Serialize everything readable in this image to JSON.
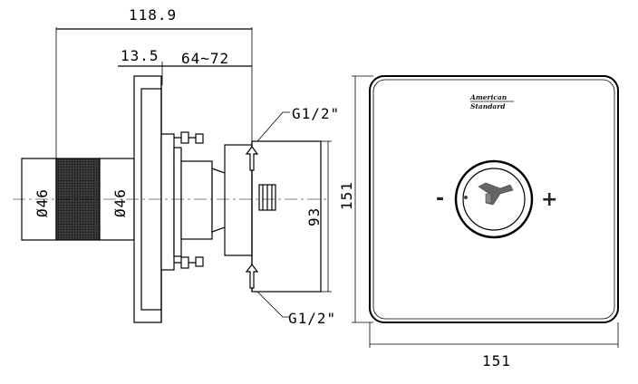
{
  "dimensions": {
    "overall_length": "118.9",
    "flange_thickness": "13.5",
    "depth_range": "64~72",
    "inlet_top": "G1/2\"",
    "inlet_bottom": "G1/2\"",
    "body_height": "93",
    "handle_diameter": "Ø46",
    "body_diameter": "Ø46",
    "plate_height": "151",
    "plate_width": "151"
  },
  "front_view": {
    "brand_line1": "American",
    "brand_line2": "Standard",
    "minus_symbol": "-",
    "plus_symbol": "+"
  }
}
